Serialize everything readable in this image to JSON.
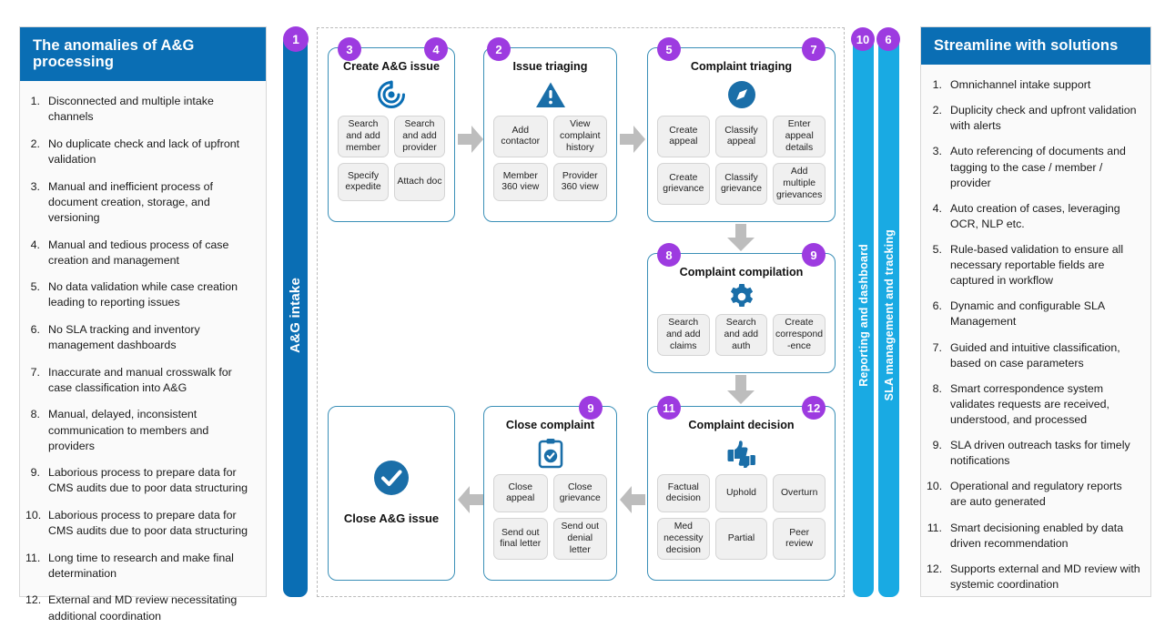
{
  "left_panel": {
    "title": "The anomalies of A&G processing",
    "items": [
      "Disconnected and multiple intake channels",
      "No duplicate check and lack of upfront validation",
      "Manual and inefficient process of document creation, storage, and versioning",
      "Manual and tedious process of case creation and management",
      "No data validation while case creation leading to reporting issues",
      "No SLA tracking and inventory management dashboards",
      "Inaccurate and manual crosswalk for case classification into A&G",
      "Manual, delayed, inconsistent communication to members and providers",
      "Laborious process to prepare data for CMS audits due to poor data structuring",
      "Laborious process to prepare data for CMS audits due to poor data structuring",
      "Long time to research and make final determination",
      "External and MD review necessitating additional coordination"
    ]
  },
  "right_panel": {
    "title": "Streamline with solutions",
    "items": [
      "Omnichannel intake support",
      "Duplicity check and upfront validation with alerts",
      "Auto referencing of documents and tagging to the case / member / provider",
      "Auto creation of cases, leveraging OCR, NLP etc.",
      "Rule-based validation to ensure all necessary reportable fields are captured in workflow",
      "Dynamic and configurable SLA Management",
      "Guided and intuitive classification, based on case parameters",
      "Smart correspondence system validates requests are received, understood, and processed",
      "SLA driven outreach tasks for timely notifications",
      "Operational and regulatory reports are auto generated",
      "Smart decisioning enabled by data driven recommendation",
      "Supports external and MD review with systemic coordination"
    ]
  },
  "vertical_bars": {
    "intake": {
      "label": "A&G intake",
      "badge": "1",
      "color": "#0a6eb4"
    },
    "reporting": {
      "label": "Reporting and dashboard",
      "badge": "10",
      "color": "#19aae3"
    },
    "sla": {
      "label": "SLA management and tracking",
      "badge": "6",
      "color": "#19aae3"
    }
  },
  "stages": {
    "create": {
      "title": "Create A&G issue",
      "icon": "fingerprint-target-icon",
      "badges": [
        "3",
        "4"
      ],
      "chips": [
        "Search and add member",
        "Search and add provider",
        "Specify expedite",
        "Attach doc"
      ]
    },
    "issue": {
      "title": "Issue triaging",
      "icon": "warning-triangle-icon",
      "badges": [
        "2"
      ],
      "chips": [
        "Add contactor",
        "View complaint history",
        "Member 360 view",
        "Provider 360 view"
      ]
    },
    "complaint": {
      "title": "Complaint triaging",
      "icon": "compass-icon",
      "badges": [
        "5",
        "7"
      ],
      "chips": [
        "Create appeal",
        "Classify appeal",
        "Enter appeal details",
        "Create grievance",
        "Classify grievance",
        "Add multiple grievances"
      ]
    },
    "compile": {
      "title": "Complaint compilation",
      "icon": "gear-icon",
      "badges": [
        "8",
        "9"
      ],
      "chips": [
        "Search and add claims",
        "Search and add auth",
        "Create correspond -ence"
      ]
    },
    "decision": {
      "title": "Complaint decision",
      "icon": "thumbs-up-down-icon",
      "badges": [
        "11",
        "12"
      ],
      "chips": [
        "Factual decision",
        "Uphold",
        "Overturn",
        "Med necessity decision",
        "Partial",
        "Peer review"
      ]
    },
    "close_complaint": {
      "title": "Close complaint",
      "icon": "clipboard-check-icon",
      "badges": [
        "9"
      ],
      "chips": [
        "Close appeal",
        "Close grievance",
        "Send out final letter",
        "Send out denial letter"
      ]
    },
    "close_ag": {
      "title": "Close A&G issue",
      "icon": "check-circle-icon",
      "badges": []
    }
  },
  "colors": {
    "header_blue": "#0a6eb4",
    "bar_cyan": "#19aae3",
    "badge_purple": "#9d3be0",
    "arrow_gray": "#bdbdbd",
    "stage_border": "#3a8fb7"
  }
}
